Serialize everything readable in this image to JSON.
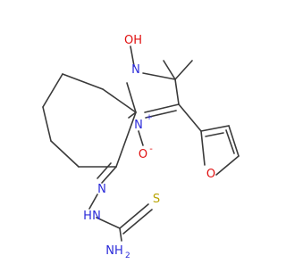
{
  "molecule": {
    "atom_labels": {
      "hydroxyl_oh": "OH",
      "amine_n1": "N",
      "imine_n_plus": "N",
      "charge_plus": "+",
      "n_oxide_o": "O",
      "charge_minus": "-",
      "furan_o": "O",
      "hydrazone_n": "N",
      "hydrazine_nh": "N",
      "hydrazine_h": "H",
      "thione_s": "S",
      "amine_nh2": "NH",
      "amine_nh2_sub": "2"
    },
    "colors": {
      "bond": "#3a3a3a",
      "nitrogen": "#2b2bd9",
      "oxygen": "#e01010",
      "sulfur": "#b8a400"
    }
  }
}
